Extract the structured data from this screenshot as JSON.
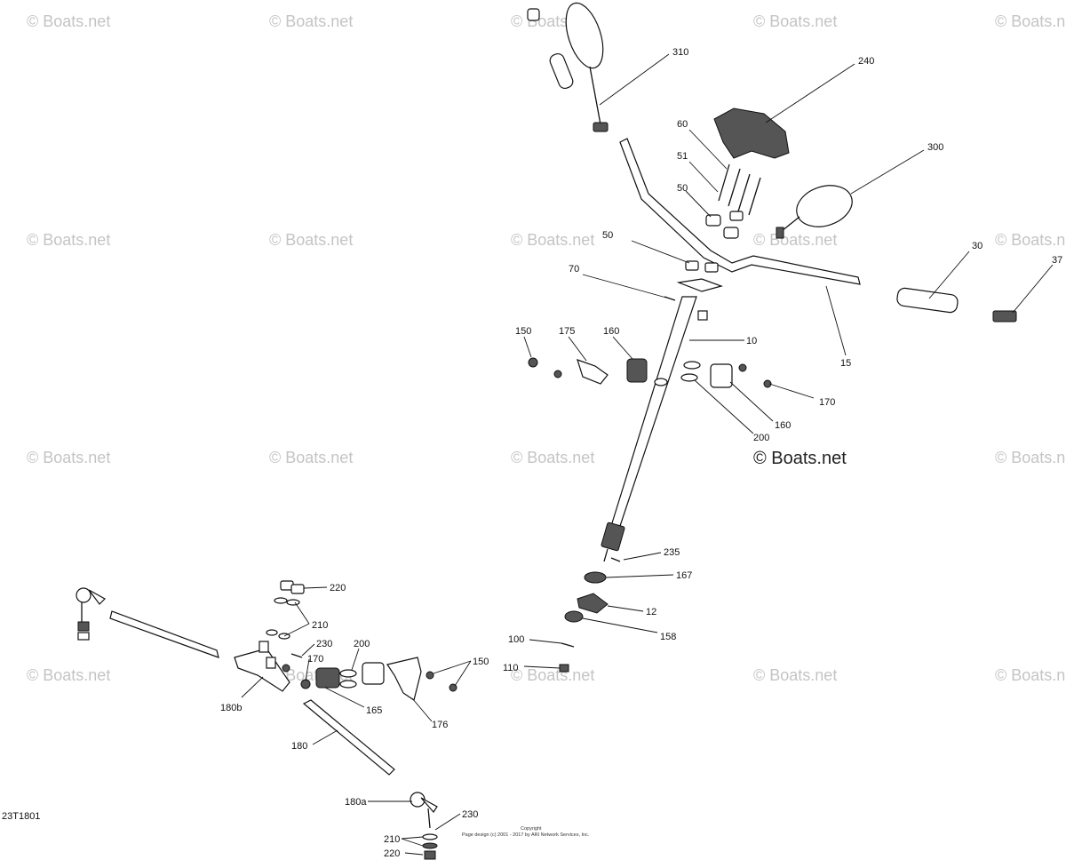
{
  "diagram": {
    "code": "23T1801",
    "watermark": "© Boats.net",
    "main_watermark": "© Boats.net",
    "copyright": {
      "line1": "Copyright",
      "line2": "Page design (c) 2001 - 2017 by ARI Network Services, Inc."
    },
    "labels": {
      "p310": "310",
      "p240": "240",
      "p60": "60",
      "p51": "51",
      "p50a": "50",
      "p300": "300",
      "p50b": "50",
      "p70": "70",
      "p30": "30",
      "p37": "37",
      "p10": "10",
      "p15": "15",
      "p150a": "150",
      "p175": "175",
      "p160a": "160",
      "p170a": "170",
      "p160b": "160",
      "p200a": "200",
      "p235": "235",
      "p167": "167",
      "p12": "12",
      "p158": "158",
      "p100": "100",
      "p110": "110",
      "p220a": "220",
      "p210a": "210",
      "p230a": "230",
      "p200b": "200",
      "p170b": "170",
      "p150b": "150",
      "p180b": "180b",
      "p165": "165",
      "p176": "176",
      "p180": "180",
      "p180a": "180a",
      "p230b": "230",
      "p210b": "210",
      "p220b": "220"
    }
  }
}
